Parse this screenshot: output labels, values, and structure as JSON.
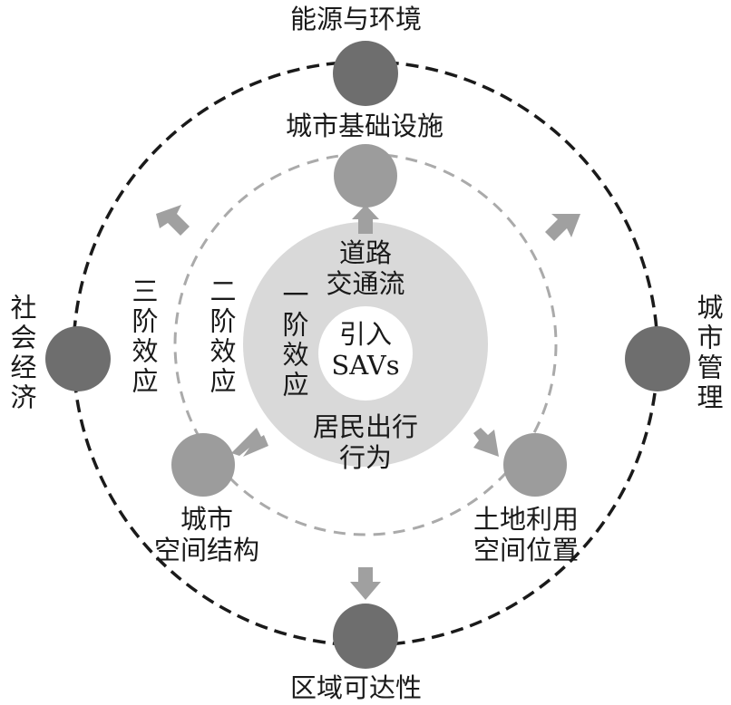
{
  "colors": {
    "outer_node": "#6e6e6e",
    "inner_node": "#9c9c9c",
    "arrow": "#a0a0a0",
    "core_disk": "#d9d9d9",
    "outer_ring": "#1a1a1a",
    "inner_ring": "#aaaaaa",
    "text": "#1a1a1a"
  },
  "center": {
    "line1": "引入",
    "line2": "SAVs"
  },
  "core": {
    "top_line1": "道路",
    "top_line2": "交通流",
    "bottom_line1": "居民出行",
    "bottom_line2": "行为"
  },
  "levels": {
    "first": "一阶效应",
    "second": "二阶效应",
    "third": "三阶效应"
  },
  "inner_nodes": {
    "top": "城市基础设施",
    "left_line1": "城市",
    "left_line2": "空间结构",
    "right_line1": "土地利用",
    "right_line2": "空间位置"
  },
  "outer_nodes": {
    "top": "能源与环境",
    "bottom": "区域可达性",
    "left": "社会经济",
    "right": "城市管理"
  }
}
